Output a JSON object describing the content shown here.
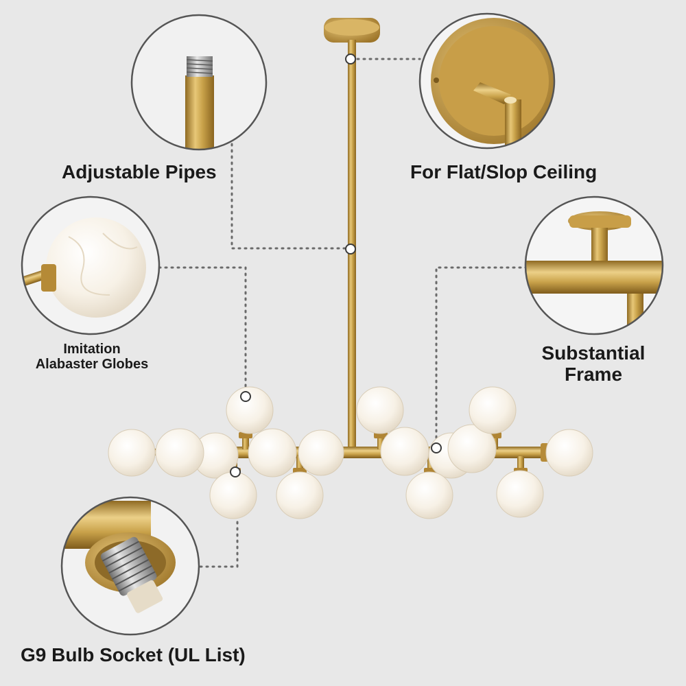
{
  "callouts": {
    "adjustable_pipes": "Adjustable Pipes",
    "ceiling": "For Flat/Slop Ceiling",
    "globes_line1": "Imitation",
    "globes_line2": "Alabaster Globes",
    "frame_line1": "Substantial",
    "frame_line2": "Frame",
    "socket": "G9 Bulb Socket (UL List)"
  },
  "colors": {
    "background": "#e8e8e8",
    "brass": "#c9a24a",
    "globe": "#faf6ef",
    "callout_ring": "#555555",
    "text": "#1a1a1a"
  }
}
